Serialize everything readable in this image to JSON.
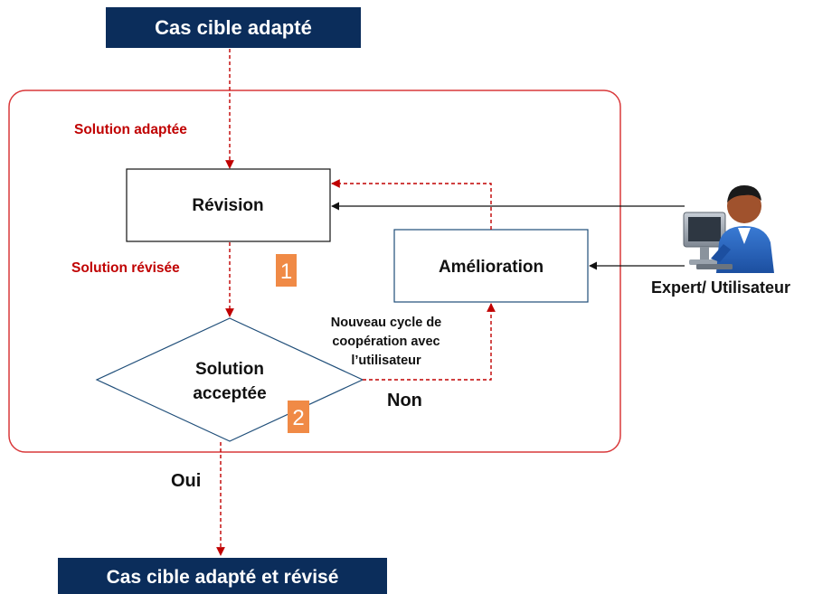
{
  "header": {
    "label": "Cas cible adapté"
  },
  "footer": {
    "label": "Cas cible adapté et révisé"
  },
  "edges": {
    "solution_adaptee": "Solution adaptée",
    "solution_revisee": "Solution révisée",
    "non": "Non",
    "oui": "Oui",
    "nouveau_cycle": [
      "Nouveau cycle de",
      "coopération avec",
      "l’utilisateur"
    ]
  },
  "nodes": {
    "revision": "Révision",
    "amelioration": "Amélioration",
    "decision": [
      "Solution",
      "acceptée"
    ]
  },
  "badges": {
    "one": "1",
    "two": "2"
  },
  "actor": {
    "label": "Expert/ Utilisateur",
    "icon": "user-computer-icon"
  },
  "colors": {
    "navy": "#0B2D5B",
    "red": "#C00000",
    "orange": "#F08A46",
    "border_red": "#D9383A",
    "amelioration_border": "#1F4E79"
  }
}
